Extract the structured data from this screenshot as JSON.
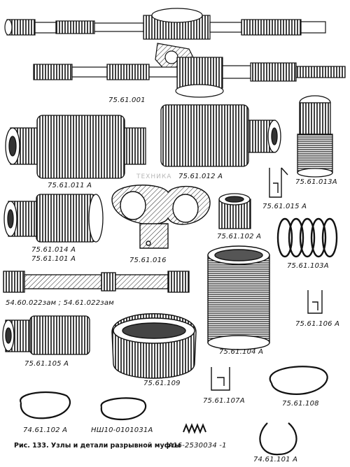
{
  "figure": {
    "caption": "Рис. 133. Узлы и детали разрывной муфты",
    "watermark": "ТЕХНИКА"
  },
  "labels": {
    "l_75_61_001": "75.61.001",
    "l_75_61_011A": "75.61.011 А",
    "l_75_61_012A": "75.61.012 А",
    "l_75_61_013A": "75.61.013А",
    "l_75_61_015A": "75.61.015 А",
    "l_75_61_014A": "75.61.014 А",
    "l_75_61_101A": "75.61.101 А",
    "l_75_61_016": "75.61.016",
    "l_75_61_102A": "75.61.102 А",
    "l_75_61_103A": "75.61.103А",
    "l_54_60_022": "54.60.022зам ; 54.61.022зам",
    "l_75_61_104A": "75.61.104 А",
    "l_75_61_106A": "75.61.106 А",
    "l_75_61_105A": "75.61.105 А",
    "l_75_61_109": "75.61.109",
    "l_75_61_107A": "75.61.107А",
    "l_75_61_108": "75.61.108",
    "l_74_61_102A": "74.61.102 А",
    "l_nsh10": "НШ10-0101031А",
    "l_a16": "А16-2530034 -1",
    "l_74_61_101A": "74.61.101 А"
  }
}
